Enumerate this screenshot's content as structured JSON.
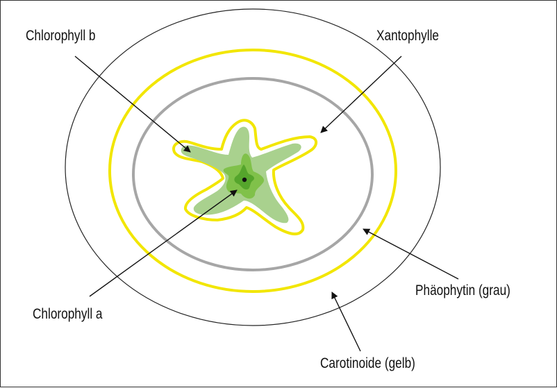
{
  "labels": {
    "chlorophyll_b": "Chlorophyll b",
    "xantophylle": "Xantophylle",
    "chlorophyll_a": "Chlorophyll a",
    "phaeophytin": "Phäophytin (grau)",
    "carotinoide": "Carotinoide (gelb)"
  },
  "colors": {
    "yellow_ring": "#f2e600",
    "grey_ring": "#a6a6a6",
    "outer_ring": "#222222",
    "green_light": "#a9d18e",
    "green_mid": "#80c14a",
    "green_dark": "#55a52c",
    "arrow": "#111111"
  }
}
